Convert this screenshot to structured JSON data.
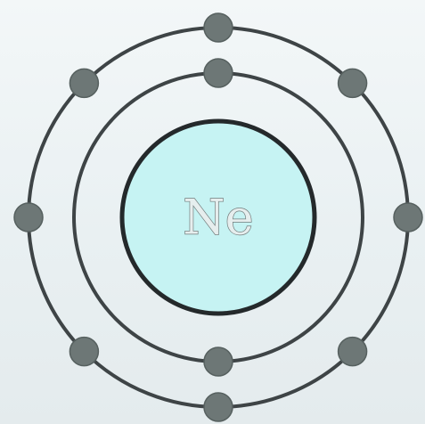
{
  "atom": {
    "element_symbol": "Ne",
    "shells": [
      {
        "electron_count": 2
      },
      {
        "electron_count": 8
      }
    ]
  },
  "colors": {
    "background": "#ecf2f4",
    "nucleus_fill": "#c6f3f3",
    "nucleus_stroke": "#24292b",
    "shell_stroke": "#3e4446",
    "electron_fill": "#6d7776",
    "symbol_fill": "#e6eeee",
    "symbol_stroke": "#737c7c"
  }
}
